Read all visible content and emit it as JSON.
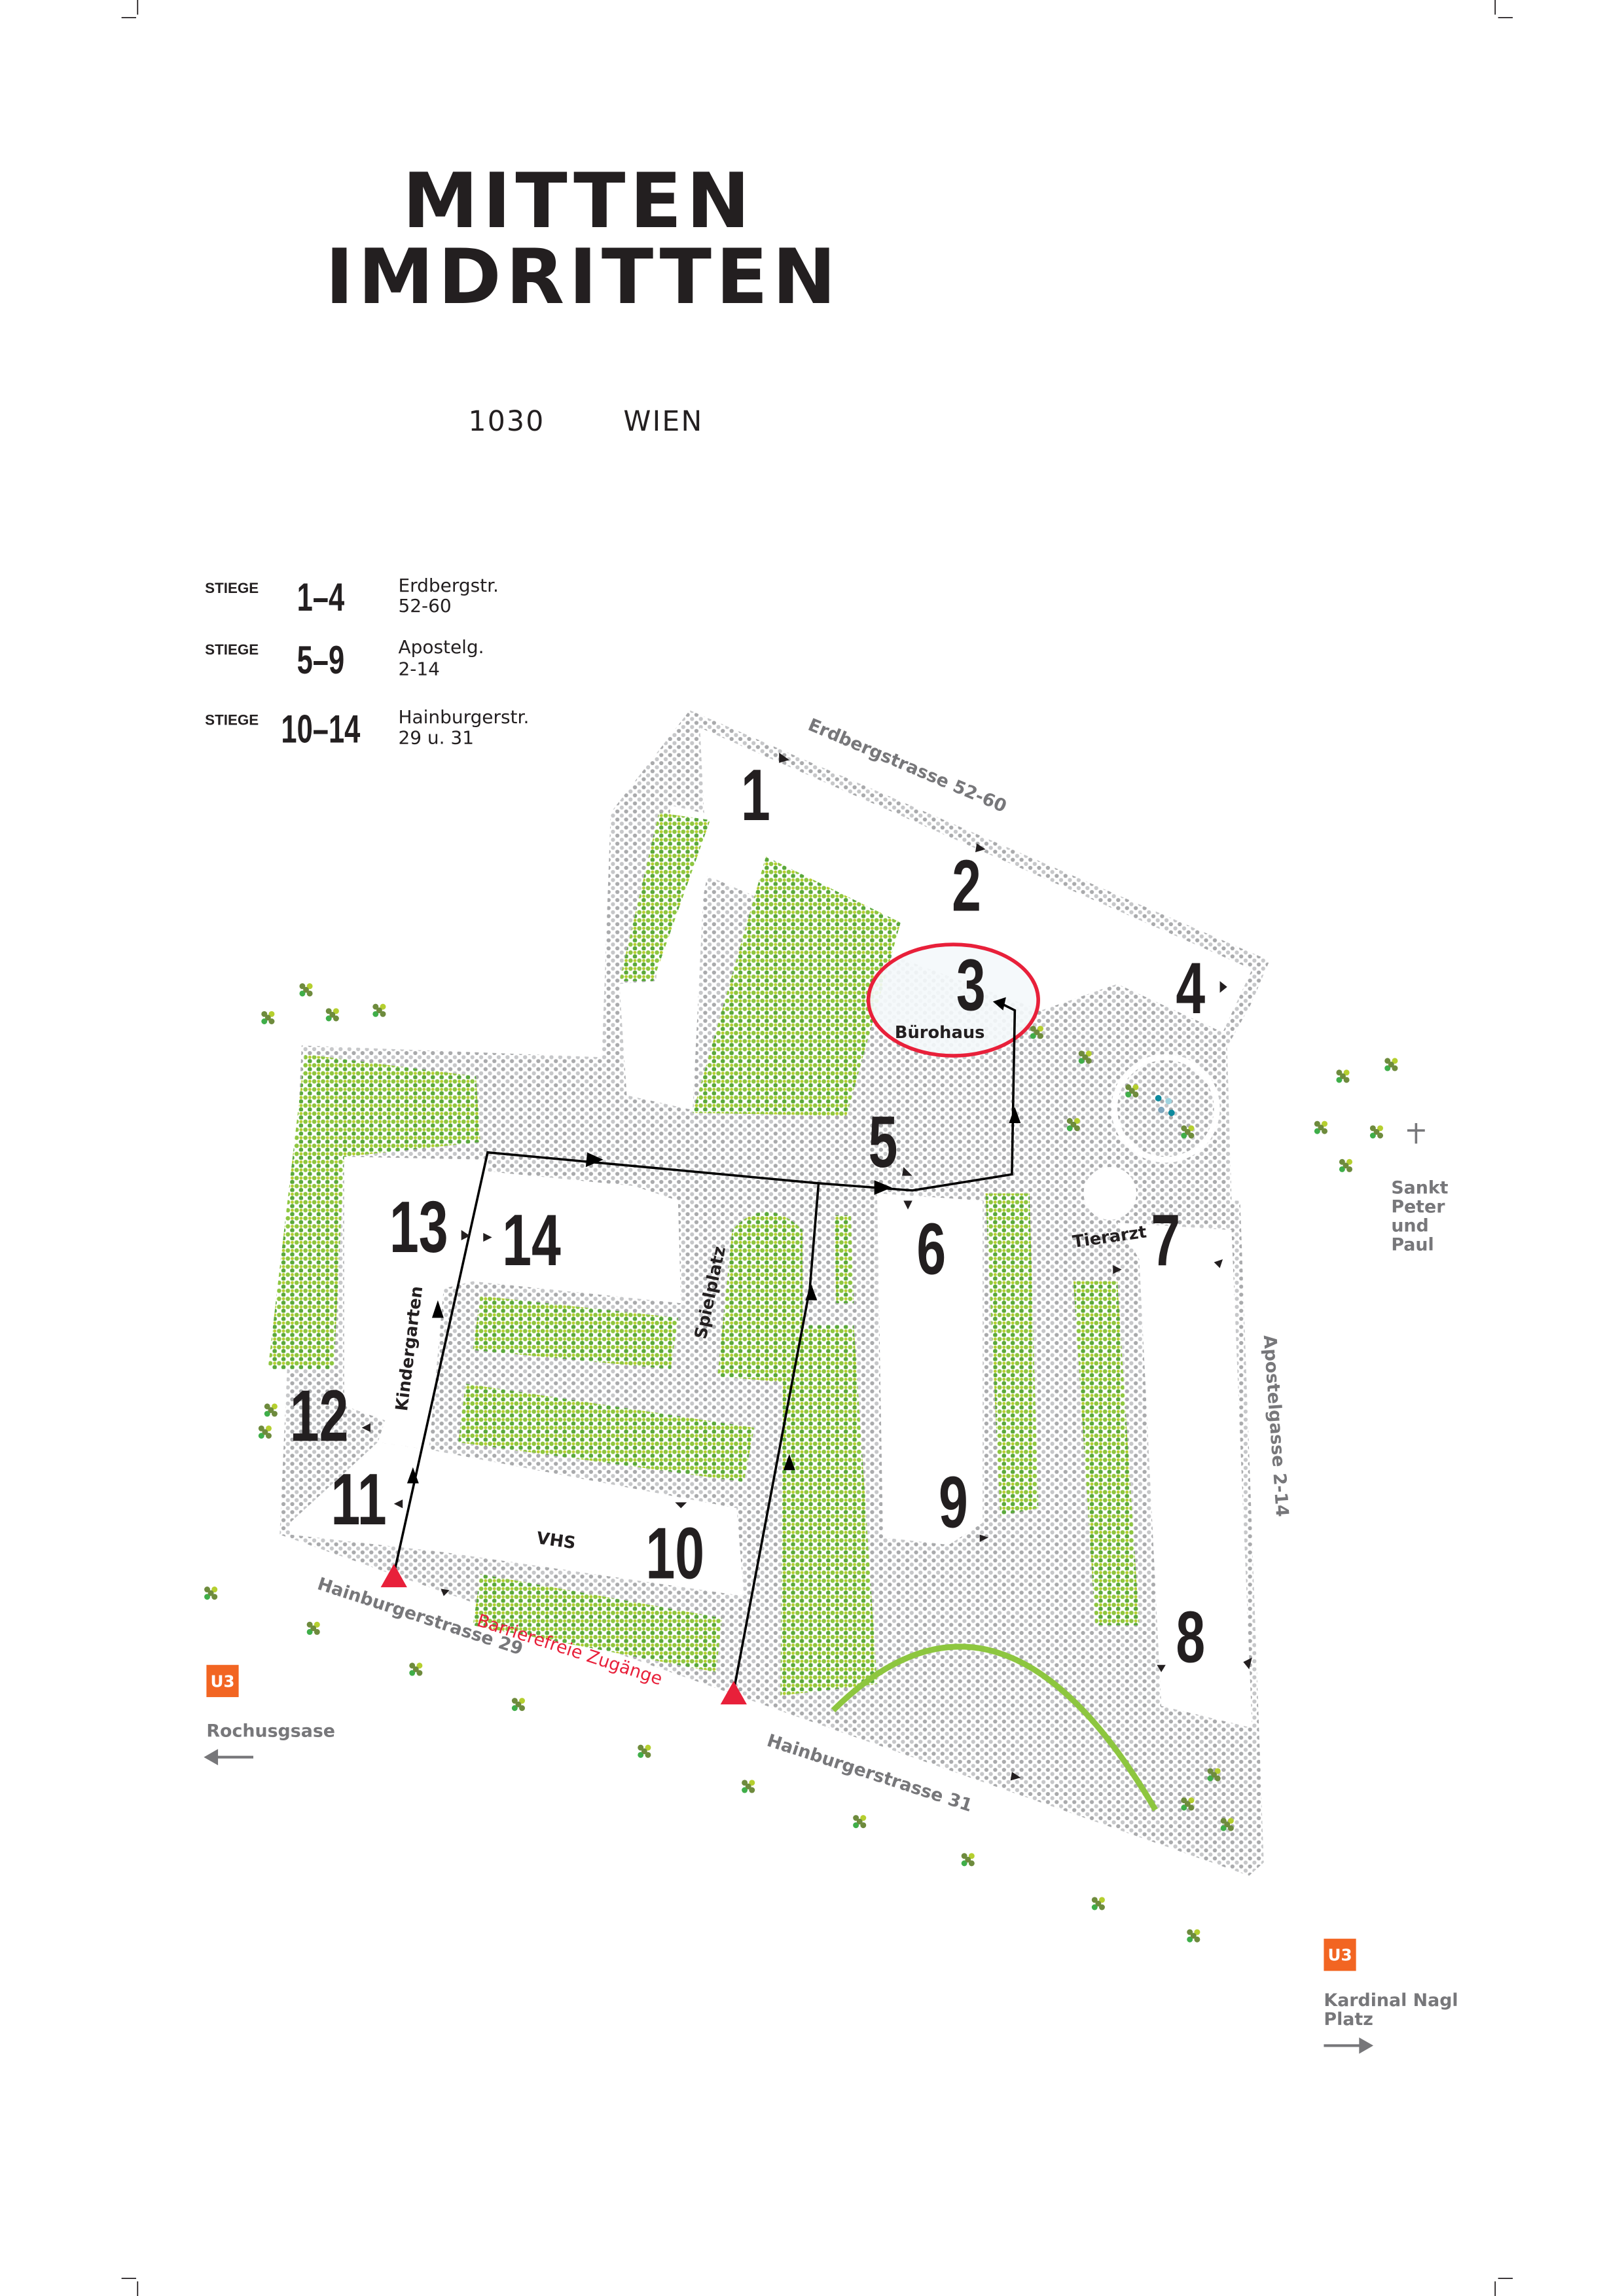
{
  "header": {
    "title_line1": "MITTEN",
    "title_line2": "IMDRITTEN",
    "postal_code": "1030",
    "city": "WIEN"
  },
  "legend": [
    {
      "prefix": "STIEGE",
      "range": "1–4",
      "street": "Erdbergstr.",
      "numbers": "52-60"
    },
    {
      "prefix": "STIEGE",
      "range": "5–9",
      "street": "Apostelg.",
      "numbers": "2-14"
    },
    {
      "prefix": "STIEGE",
      "range": "10–14",
      "street": "Hainburgerstr.",
      "numbers": "29 u. 31"
    }
  ],
  "map": {
    "stairs": [
      "1",
      "2",
      "3",
      "4",
      "5",
      "6",
      "7",
      "8",
      "9",
      "10",
      "11",
      "12",
      "13",
      "14"
    ],
    "highlight": {
      "stair": "3",
      "label": "Bürohaus",
      "color": "#e8203a"
    },
    "streets": {
      "erdberg": "Erdbergstrasse 52-60",
      "apostel": "Apostelgasse 2-14",
      "hainburg29": "Hainburgerstrasse 29",
      "hainburg31": "Hainburgerstrasse 31"
    },
    "places": {
      "kindergarten": "Kindergarten",
      "spielplatz": "Spielplatz",
      "vhs": "VHS",
      "tierarzt": "Tierarzt"
    },
    "accessible_entrances": "Barrierefreie Zugänge",
    "church": [
      "Sankt",
      "Peter",
      "und",
      "Paul"
    ],
    "colors": {
      "path": "#c8c9cb",
      "green": "#8cc63f",
      "route": "#000000",
      "ubahn": "#f26522"
    }
  },
  "transit": [
    {
      "line": "U3",
      "station": [
        "Rochusgsase"
      ],
      "direction": "left"
    },
    {
      "line": "U3",
      "station": [
        "Kardinal Nagl",
        "Platz"
      ],
      "direction": "right"
    }
  ]
}
